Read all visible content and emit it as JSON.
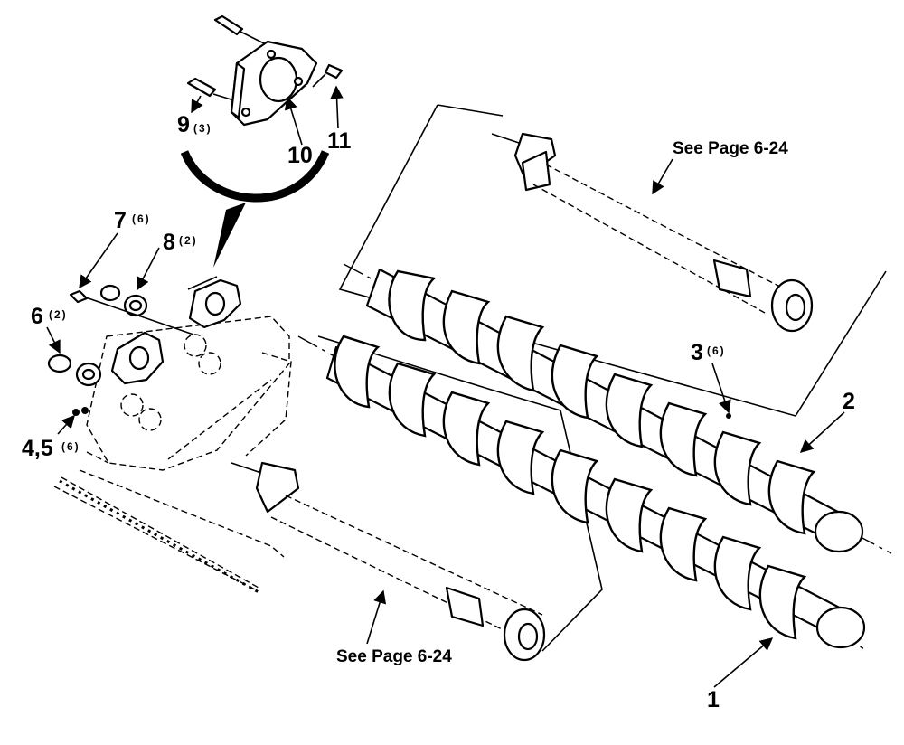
{
  "labels": {
    "item_1": "1",
    "item_2": "2",
    "item_3": "3",
    "item_3_qty": "(6)",
    "item_4_5": "4,5",
    "item_4_5_qty": "(6)",
    "item_6": "6",
    "item_6_qty": "(2)",
    "item_7": "7",
    "item_7_qty": "(6)",
    "item_8": "8",
    "item_8_qty": "(2)",
    "item_9": "9",
    "item_9_qty": "(3)",
    "item_10": "10",
    "item_11": "11"
  },
  "references": {
    "upper": "See Page 6-24",
    "lower": "See Page 6-24"
  }
}
